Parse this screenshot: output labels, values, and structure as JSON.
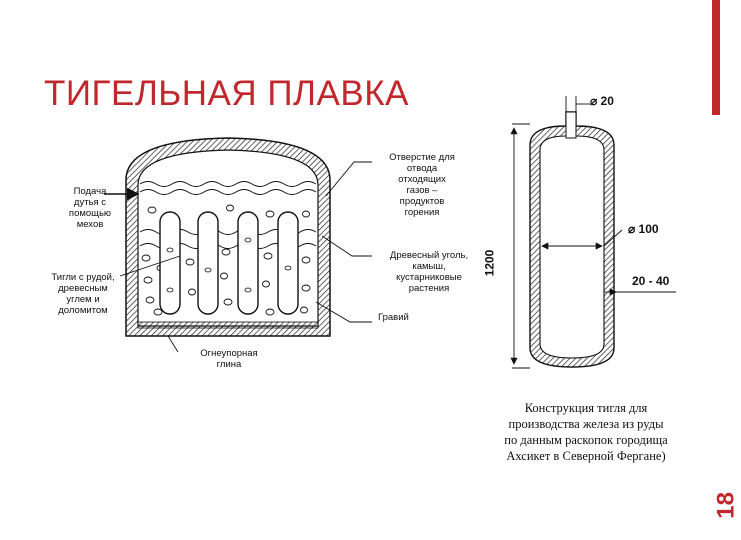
{
  "slide": {
    "title": "ТИГЕЛЬНАЯ ПЛАВКА",
    "number": "18",
    "accent_color": "#c0282d"
  },
  "furnace": {
    "labels": {
      "air": "Подача\nдутья с\nпомощью\nмехов",
      "crucibles": "Тигли с рудой,\nдревесным\nуглем и\nдоломитом",
      "vent": "Отверстие для\nотвода\nотходящих\nгазов –\nпродуктов\nгорения",
      "charcoal": "Древесный уголь,\nкамыш,\nкустарниковые\nрастения",
      "gravel": "Гравий",
      "clay": "Огнеупорная\nглина"
    }
  },
  "crucible": {
    "dimensions": {
      "neck": "⌀ 20",
      "diameter": "⌀ 100",
      "wall": "20 - 40",
      "height": "1200"
    },
    "caption": "Конструкция тигля для\nпроизводства железа из руды\nпо данным раскопок городища\nАхсикет в Северной Фергане)"
  }
}
